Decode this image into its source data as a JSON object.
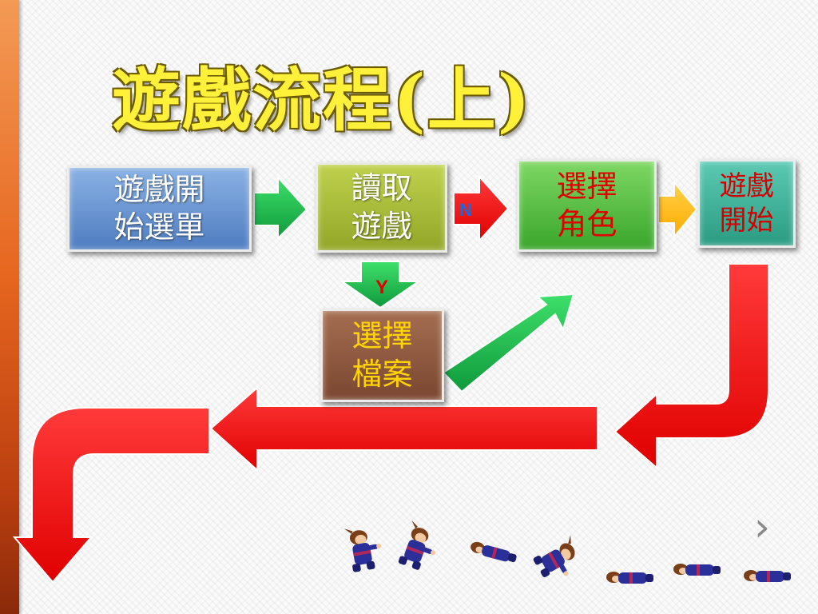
{
  "title": "遊戲流程(上)",
  "nodes": [
    {
      "id": "menu",
      "label": "遊戲開\n始選單"
    },
    {
      "id": "load",
      "label": "讀取\n遊戲"
    },
    {
      "id": "character",
      "label": "選擇\n角色"
    },
    {
      "id": "start",
      "label": "遊戲\n開始"
    },
    {
      "id": "file",
      "label": "選擇\n檔案"
    }
  ],
  "edges": [
    {
      "from": "menu",
      "to": "load",
      "label": ""
    },
    {
      "from": "load",
      "to": "character",
      "label": "N"
    },
    {
      "from": "load",
      "to": "file",
      "label": "Y"
    },
    {
      "from": "file",
      "to": "character",
      "label": ""
    },
    {
      "from": "character",
      "to": "start",
      "label": ""
    },
    {
      "from": "start",
      "to": "next",
      "label": ""
    }
  ],
  "nav": {
    "next_symbol": "›"
  },
  "colors": {
    "title": "#fff03a",
    "arrow_green": "#15b24a",
    "arrow_red": "#ff0000",
    "arrow_orange": "#ffbf00"
  },
  "icons": [
    "next-slide-icon",
    "ninja-character-sprite"
  ]
}
